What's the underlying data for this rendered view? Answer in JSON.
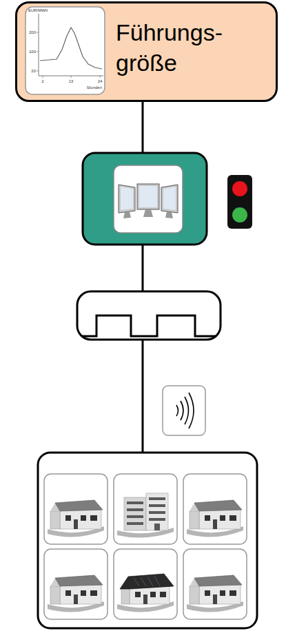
{
  "diagram": {
    "nodes": [
      {
        "text": [
          "Führungs- größe"
        ]
      }
    ],
    "labels": [
      "EUR/MWh",
      "200",
      "100",
      "20",
      "2",
      "13",
      "24",
      "Stunden"
    ]
  }
}
